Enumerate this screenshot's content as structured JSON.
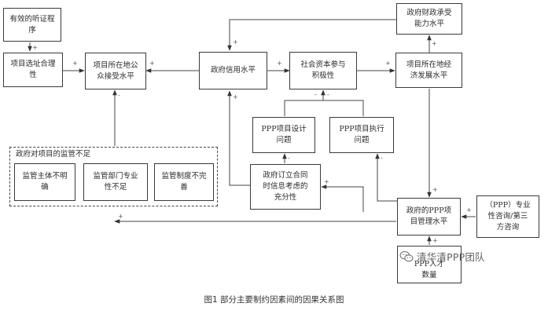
{
  "nodes": {
    "hearing": "有效的听证程\n序",
    "site_selection": "项目选址合理\n性",
    "public_acceptance": "项目所在地公\n众接受水平",
    "gov_credit": "政府信用水平",
    "social_capital": "社会资本参与\n积极性",
    "economy": "项目所在地经\n济发展水平",
    "fiscal": "政府财政承受\n能力水平",
    "ppp_design": "PPP项目设计\n问题",
    "ppp_execution": "PPP项目执行\n问题",
    "contract_info": "政府订立合同\n时信息考虑的\n充分性",
    "ppp_management": "政府的PPP项\n目管理水平",
    "consulting": "（PPP）专业\n性咨询/第三\n方咨询",
    "talent": "PPP人才\n数量"
  },
  "supervision_group": {
    "title": "政府对项目的监管不足",
    "items": [
      "监管主体不明\n确",
      "监管部门专业\n性不足",
      "监管制度不完\n善"
    ]
  },
  "polarity": {
    "positive": "+",
    "negative": "-"
  },
  "caption": "图1 部分主要制约因素间的因果关系图",
  "watermark": {
    "text": "清华清PPP团队",
    "icon": "wechat-icon"
  }
}
